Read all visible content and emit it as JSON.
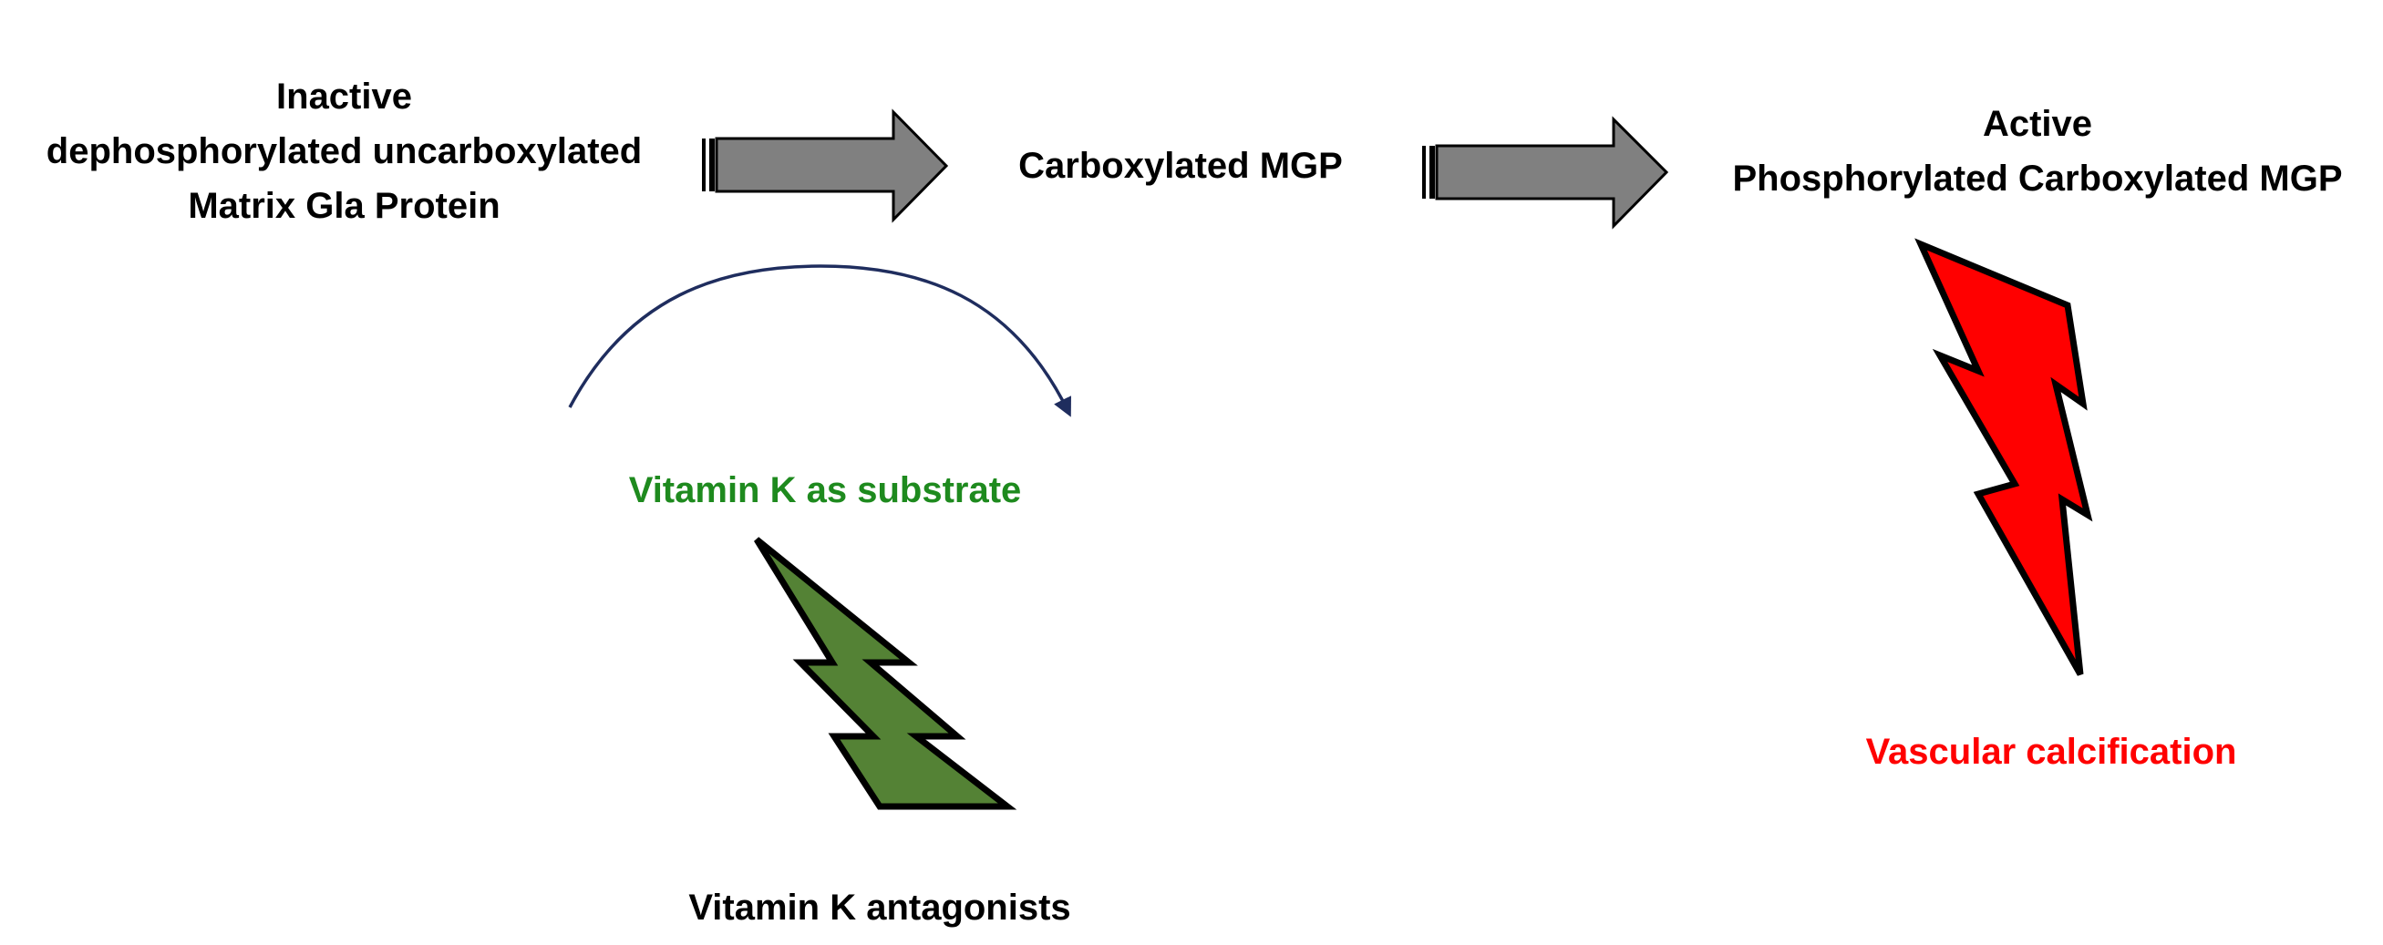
{
  "nodes": {
    "inactive": {
      "line1": "Inactive",
      "line2": "dephosphorylated uncarboxylated",
      "line3": "Matrix Gla Protein"
    },
    "carboxylated": {
      "label": "Carboxylated MGP"
    },
    "active": {
      "line1": "Active",
      "line2": "Phosphorylated Carboxylated MGP"
    }
  },
  "labels": {
    "substrate": "Vitamin K as substrate",
    "antagonists": "Vitamin K antagonists",
    "calcification": "Vascular calcification"
  },
  "colors": {
    "arrow_fill": "#808080",
    "arrow_stroke": "#000000",
    "curve": "#1f2d5e",
    "substrate_text": "#1e8a1e",
    "green_bolt": "#548235",
    "red_bolt": "#ff0000",
    "calcification_text": "#ff0000",
    "text": "#000000"
  },
  "icons": {
    "step_arrow": "block-arrow-right",
    "cycle": "curved-arrow",
    "inhibition_green": "lightning-bolt-icon",
    "inhibition_red": "lightning-bolt-icon"
  }
}
